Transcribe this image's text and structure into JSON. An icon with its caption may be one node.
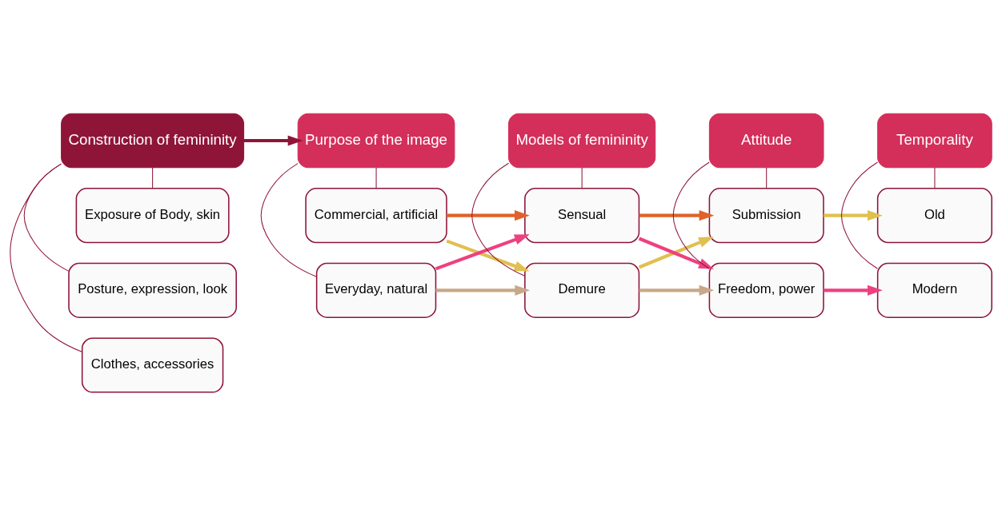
{
  "diagram": {
    "nodes": [
      {
        "text": [
          "Construction of femininity"
        ]
      },
      {
        "text": [
          "Clothes, accessories"
        ]
      },
      {
        "text": [
          "Posture, expression, look"
        ]
      },
      {
        "text": [
          "Exposure of Body, skin"
        ]
      },
      {
        "text": [
          "Purpose of the image"
        ]
      },
      {
        "text": [
          "Commercial, artificial"
        ]
      },
      {
        "text": [
          "Everyday, natural"
        ]
      },
      {
        "text": [
          "Models of femininity"
        ]
      },
      {
        "text": [
          "Demure"
        ]
      },
      {
        "text": [
          "Sensual"
        ]
      },
      {
        "text": [
          "Attitude"
        ]
      },
      {
        "text": [
          "Submission"
        ]
      },
      {
        "text": [
          "Freedom, power"
        ]
      },
      {
        "text": [
          "Temporality"
        ]
      },
      {
        "text": [
          "Old"
        ]
      },
      {
        "text": [
          "Modern"
        ]
      }
    ],
    "edges": [
      {
        "from": 0,
        "to": 1,
        "arrow": "none"
      },
      {
        "from": 0,
        "to": 2,
        "arrow": "none"
      },
      {
        "from": 0,
        "to": 3,
        "arrow": "none"
      },
      {
        "from": 0,
        "to": 4,
        "arrow": "to",
        "style": "thick"
      },
      {
        "from": 4,
        "to": 5,
        "arrow": "none"
      },
      {
        "from": 4,
        "to": 6,
        "arrow": "none"
      },
      {
        "from": 7,
        "to": 8,
        "arrow": "none"
      },
      {
        "from": 7,
        "to": 9,
        "arrow": "none"
      },
      {
        "from": 10,
        "to": 11,
        "arrow": "none"
      },
      {
        "from": 10,
        "to": 12,
        "arrow": "none"
      },
      {
        "from": 13,
        "to": 14,
        "arrow": "none"
      },
      {
        "from": 13,
        "to": 15,
        "arrow": "none"
      },
      {
        "from": 5,
        "to": 8,
        "arrow": "to",
        "style": "thick",
        "color": "#e0c050"
      },
      {
        "from": 5,
        "to": 9,
        "arrow": "to",
        "style": "thick",
        "color": "#e0622a"
      },
      {
        "from": 6,
        "to": 8,
        "arrow": "to",
        "style": "thick",
        "color": "#c8a888"
      },
      {
        "from": 6,
        "to": 9,
        "arrow": "to",
        "style": "thick",
        "color": "#ee4080"
      },
      {
        "from": 8,
        "to": 11,
        "arrow": "to",
        "style": "thick",
        "color": "#e0c050"
      },
      {
        "from": 8,
        "to": 12,
        "arrow": "to",
        "style": "thick",
        "color": "#c8a888"
      },
      {
        "from": 9,
        "to": 11,
        "arrow": "to",
        "style": "thick",
        "color": "#e0622a"
      },
      {
        "from": 9,
        "to": 12,
        "arrow": "to",
        "style": "thick",
        "color": "#ee4080"
      },
      {
        "from": 11,
        "to": 14,
        "arrow": "to",
        "style": "thick",
        "color": "#e0c050"
      },
      {
        "from": 12,
        "to": 15,
        "arrow": "to",
        "style": "thick",
        "color": "#ee4080"
      }
    ]
  }
}
